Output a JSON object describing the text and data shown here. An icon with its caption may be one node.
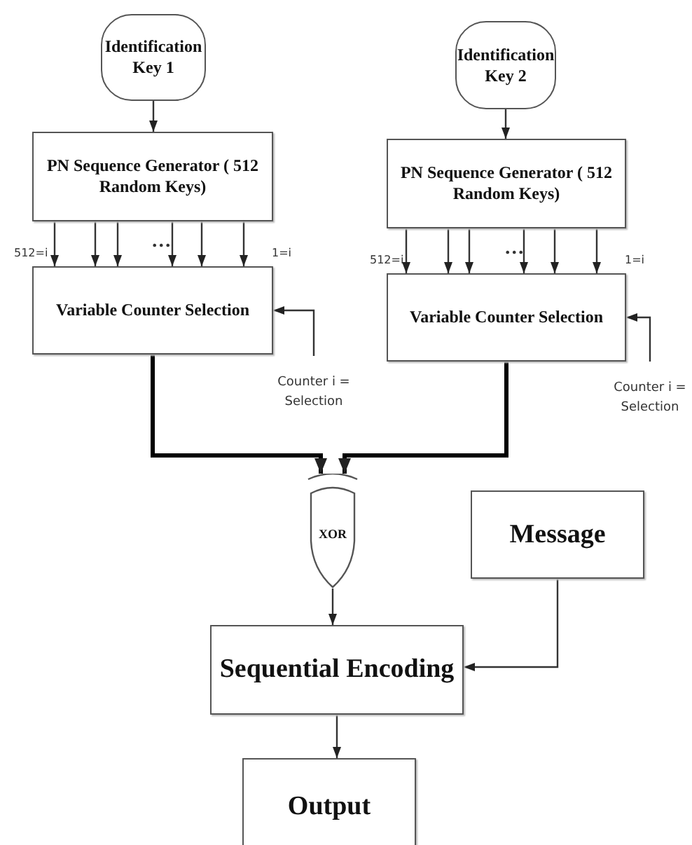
{
  "diagram": {
    "nodes": [
      {
        "text": [
          "Identification Key 1"
        ]
      },
      {
        "text": [
          "PN Sequence Generator ( 512 Random Keys)"
        ]
      },
      {
        "text": [
          "Variable Counter Selection"
        ]
      },
      {
        "text": [
          "Identification Key 2"
        ]
      },
      {
        "text": [
          "PN Sequence Generator ( 512 Random Keys)"
        ]
      },
      {
        "text": [
          "Variable Counter Selection"
        ]
      },
      {
        "text": [
          "XOR"
        ]
      },
      {
        "text": [
          "Message"
        ]
      },
      {
        "text": [
          "Sequential Encoding"
        ]
      },
      {
        "text": [
          "Output"
        ]
      },
      {
        "text": [
          "Counter i = Selection"
        ]
      },
      {
        "text": [
          "Counter i = Selection"
        ]
      }
    ],
    "edges": [
      {
        "from": 0,
        "to": 1,
        "arrow": "to"
      },
      {
        "from": 1,
        "to": 2,
        "arrow": "to"
      },
      {
        "from": 1,
        "to": 2,
        "arrow": "to"
      },
      {
        "from": 1,
        "to": 2,
        "arrow": "to"
      },
      {
        "from": 1,
        "to": 2,
        "arrow": "to"
      },
      {
        "from": 1,
        "to": 2,
        "arrow": "to"
      },
      {
        "from": 1,
        "to": 2,
        "arrow": "to"
      },
      {
        "from": 3,
        "to": 4,
        "arrow": "to"
      },
      {
        "from": 4,
        "to": 5,
        "arrow": "to"
      },
      {
        "from": 4,
        "to": 5,
        "arrow": "to"
      },
      {
        "from": 4,
        "to": 5,
        "arrow": "to"
      },
      {
        "from": 4,
        "to": 5,
        "arrow": "to"
      },
      {
        "from": 4,
        "to": 5,
        "arrow": "to"
      },
      {
        "from": 4,
        "to": 5,
        "arrow": "to"
      },
      {
        "from": 10,
        "to": 2,
        "arrow": "to"
      },
      {
        "from": 11,
        "to": 5,
        "arrow": "to"
      },
      {
        "from": 2,
        "to": 6,
        "arrow": "to",
        "style": "thick"
      },
      {
        "from": 5,
        "to": 6,
        "arrow": "to",
        "style": "thick"
      },
      {
        "from": 6,
        "to": 8,
        "arrow": "to"
      },
      {
        "from": 7,
        "to": 8,
        "arrow": "to"
      },
      {
        "from": 8,
        "to": 9,
        "arrow": "to"
      }
    ],
    "labels": [
      "512=i",
      "•••",
      "1=i",
      "512=i",
      "•••",
      "1=i"
    ]
  }
}
